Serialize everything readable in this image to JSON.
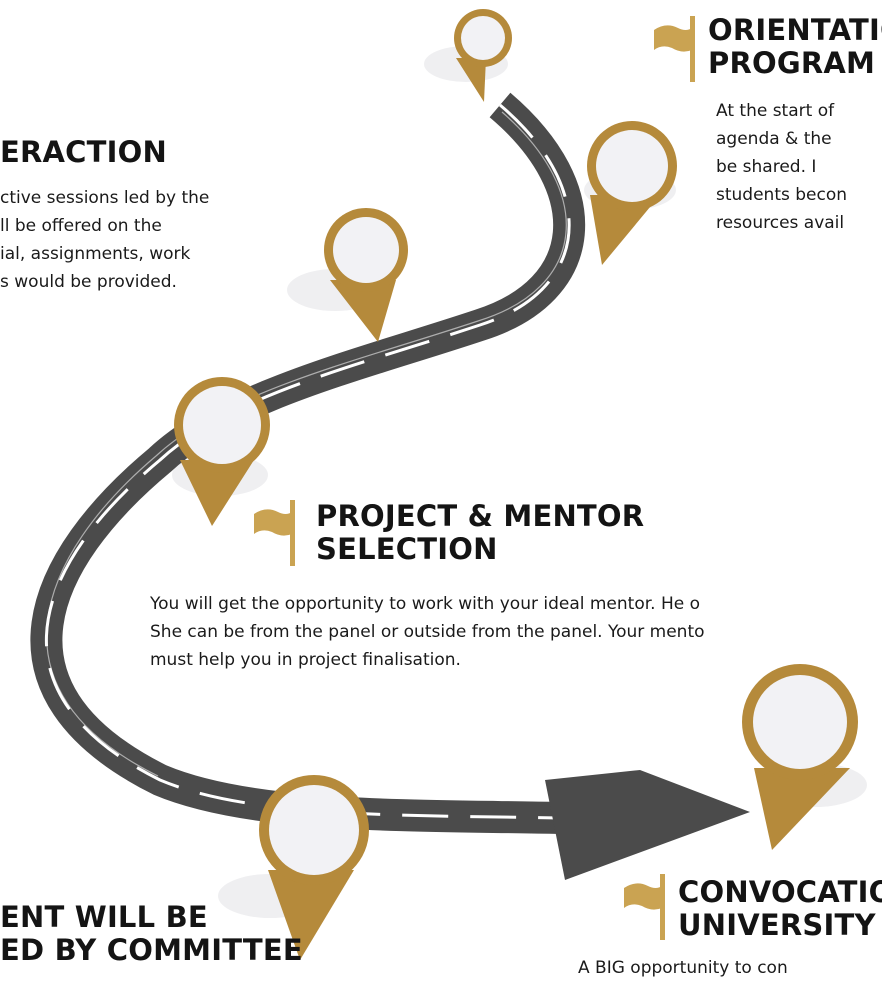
{
  "colors": {
    "road": "#4b4b4b",
    "road_marking": "#ffffff",
    "pin_gold": "#b58a3b",
    "pin_face": "#f2f2f5",
    "flag_gold": "#caa352",
    "shadow": "#efeff1",
    "text": "#1a1a1a"
  },
  "icons": {
    "pin": "map-pin-icon",
    "flag": "flag-icon"
  },
  "milestones": {
    "orientation": {
      "title_lines": [
        "ORIENTATIO",
        "PROGRAM"
      ],
      "body_lines": [
        "At the start of",
        "agenda & the",
        "be shared. I",
        "students becon",
        "resources avail"
      ]
    },
    "interaction": {
      "title": "ERACTION",
      "body_lines": [
        "ctive sessions led by the",
        "ll be offered on the",
        "ial, assignments, work",
        "s would be provided."
      ]
    },
    "project_mentor": {
      "title_lines": [
        "PROJECT & MENTOR",
        "SELECTION"
      ],
      "body_lines": [
        "You will get the opportunity to work with your ideal mentor. He o",
        "She can be from the panel or outside from the panel. Your mento",
        "must help you in project finalisation."
      ]
    },
    "assessment": {
      "title_lines": [
        "ENT WILL BE",
        "ED BY COMMITTEE"
      ]
    },
    "convocation": {
      "title_lines": [
        "CONVOCATIO",
        "UNIVERSITY"
      ],
      "body_lines": [
        "A BIG opportunity to con"
      ]
    }
  }
}
